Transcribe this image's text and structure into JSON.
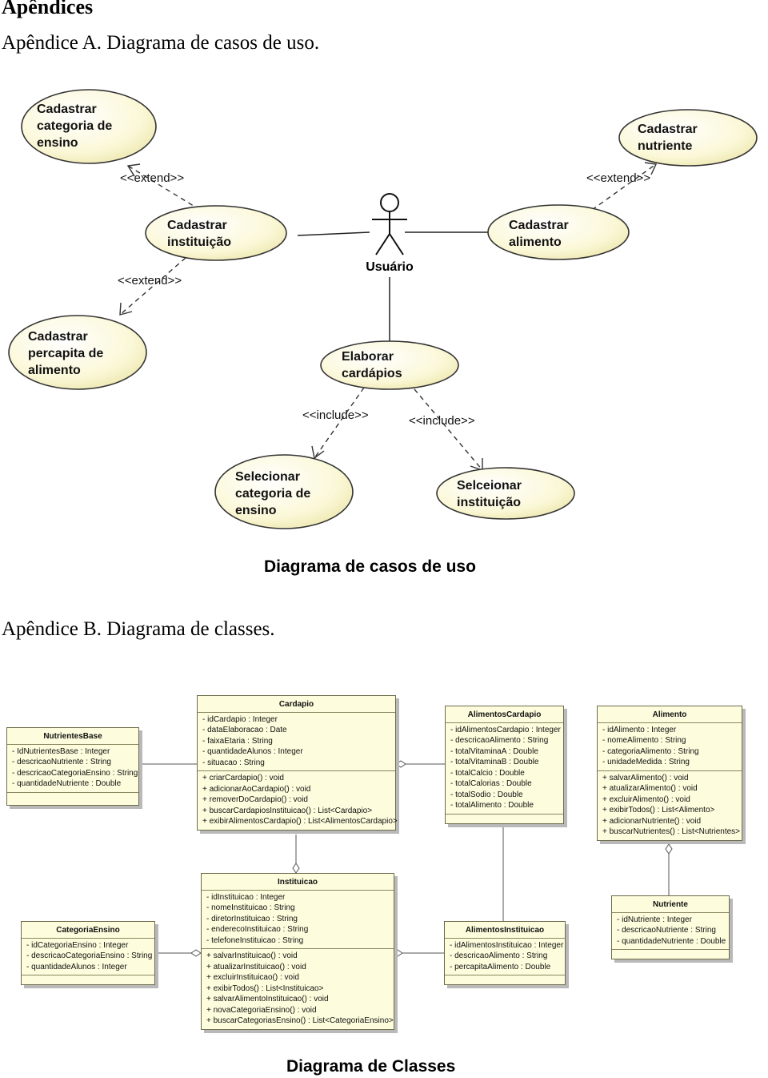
{
  "heading": "Apêndices",
  "appendix_a": "Apêndice A. Diagrama de casos de uso.",
  "appendix_b": "Apêndice B. Diagrama de classes.",
  "usecase_caption": "Diagrama de casos de uso",
  "class_caption": "Diagrama de Classes",
  "usecase": {
    "actor": "Usuário",
    "uc_categoria_1": "Cadastrar",
    "uc_categoria_2": "categoria de",
    "uc_categoria_3": "ensino",
    "uc_nutriente_1": "Cadastrar",
    "uc_nutriente_2": "nutriente",
    "uc_instituicao_1": "Cadastrar",
    "uc_instituicao_2": "instituição",
    "uc_alimento_1": "Cadastrar",
    "uc_alimento_2": "alimento",
    "uc_percapita_1": "Cadastrar",
    "uc_percapita_2": "percapita de",
    "uc_percapita_3": "alimento",
    "uc_elaborar_1": "Elaborar",
    "uc_elaborar_2": "cardápios",
    "uc_selcat_1": "Selecionar",
    "uc_selcat_2": "categoria de",
    "uc_selcat_3": "ensino",
    "uc_selinst_1": "Selceionar",
    "uc_selinst_2": "instituição",
    "extend": "<<extend>>",
    "include": "<<include>>"
  },
  "classes": {
    "nutrientesbase": {
      "name": "NutrientesBase",
      "attrs": [
        "- IdNutrientesBase : Integer",
        "- descricaoNutriente : String",
        "- descricaoCategoriaEnsino : String",
        "- quantidadeNutriente : Double"
      ],
      "ops": []
    },
    "cardapio": {
      "name": "Cardapio",
      "attrs": [
        "- idCardapio : Integer",
        "- dataElaboracao : Date",
        "- faixaEtaria : String",
        "- quantidadeAlunos : Integer",
        "- situacao : String"
      ],
      "ops": [
        "+ criarCardapio() : void",
        "+ adicionarAoCardapio() : void",
        "+ removerDoCardapio() : void",
        "+ buscarCardapiosInstituicao() : List<Cardapio>",
        "+ exibirAlimentosCardapio() : List<AlimentosCardapio>"
      ]
    },
    "alimentoscardapio": {
      "name": "AlimentosCardapio",
      "attrs": [
        "- idAlimentosCardapio : Integer",
        "- descricaoAlimento : String",
        "- totalVitaminaA : Double",
        "- totalVitaminaB : Double",
        "- totalCalcio : Double",
        "- totalCalorias : Double",
        "- totalSodio : Double",
        "- totalAlimento : Double"
      ],
      "ops": []
    },
    "alimento": {
      "name": "Alimento",
      "attrs": [
        "- idAlimento : Integer",
        "- nomeAlimento : String",
        "- categoriaAlimento : String",
        "- unidadeMedida : String"
      ],
      "ops": [
        "+ salvarAlimento() : void",
        "+ atualizarAlimento() : void",
        "+ excluirAlimento() : void",
        "+ exibirTodos() : List<Alimento>",
        "+ adicionarNutriente() : void",
        "+ buscarNutrientes() : List<Nutrientes>"
      ]
    },
    "instituicao": {
      "name": "Instituicao",
      "attrs": [
        "- idInstituicao : Integer",
        "- nomeInstituicao : String",
        "- diretorInstituicao : String",
        "- enderecoInstituicao : String",
        "- telefoneInstituicao : String"
      ],
      "ops": [
        "+ salvarInstituicao() : void",
        "+ atualizarInstituicao() : void",
        "+ excluirInstituicao() : void",
        "+ exibirTodos() : List<Instituicao>",
        "+ salvarAlimentoInstituicao() : void",
        "+ novaCategoriaEnsino() : void",
        "+ buscarCategoriasEnsino() : List<CategoriaEnsino>"
      ]
    },
    "categoriaensino": {
      "name": "CategoriaEnsino",
      "attrs": [
        "- idCategoriaEnsino : Integer",
        "- descricaoCategoriaEnsino : String",
        "- quantidadeAlunos : Integer"
      ],
      "ops": []
    },
    "alimentosinstituicao": {
      "name": "AlimentosInstituicao",
      "attrs": [
        "- idAlimentosInstituicao : Integer",
        "- descricaoAlimento : String",
        "- percapitaAlimento : Double"
      ],
      "ops": []
    },
    "nutriente": {
      "name": "Nutriente",
      "attrs": [
        "- idNutriente : Integer",
        "- descricaoNutriente : String",
        "- quantidadeNutriente : Double"
      ],
      "ops": []
    }
  },
  "nb_marker": "—»"
}
